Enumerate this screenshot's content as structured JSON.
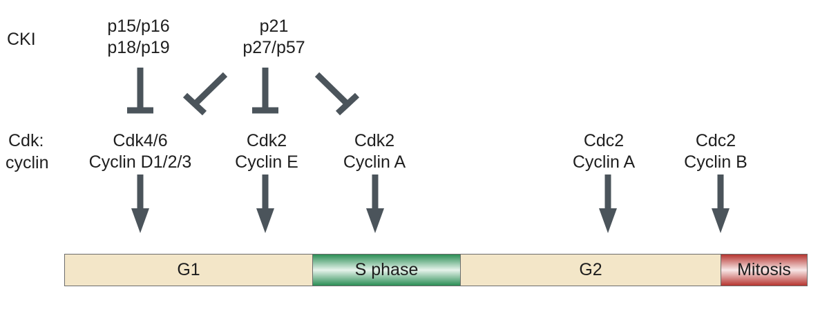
{
  "row_labels": {
    "cki": "CKI",
    "cdk_line1": "Cdk:",
    "cdk_line2": "cyclin"
  },
  "inhibitors": [
    {
      "line1": "p15/p16",
      "line2": "p18/p19"
    },
    {
      "line1": "p21",
      "line2": "p27/p57"
    }
  ],
  "complexes": [
    {
      "line1": "Cdk4/6",
      "line2": "Cyclin D1/2/3"
    },
    {
      "line1": "Cdk2",
      "line2": "Cyclin E"
    },
    {
      "line1": "Cdk2",
      "line2": "Cyclin A"
    },
    {
      "line1": "Cdc2",
      "line2": "Cyclin A"
    },
    {
      "line1": "Cdc2",
      "line2": "Cyclin B"
    }
  ],
  "phases": [
    {
      "label": "G1",
      "color": "#f3e6c8"
    },
    {
      "label": "S phase",
      "color": "#2f9a5c"
    },
    {
      "label": "G2",
      "color": "#f3e6c8"
    },
    {
      "label": "Mitosis",
      "color": "#c63a34"
    }
  ],
  "colors": {
    "arrow": "#4b545b",
    "text": "#1e1e1e",
    "border": "#6b6b6b"
  }
}
